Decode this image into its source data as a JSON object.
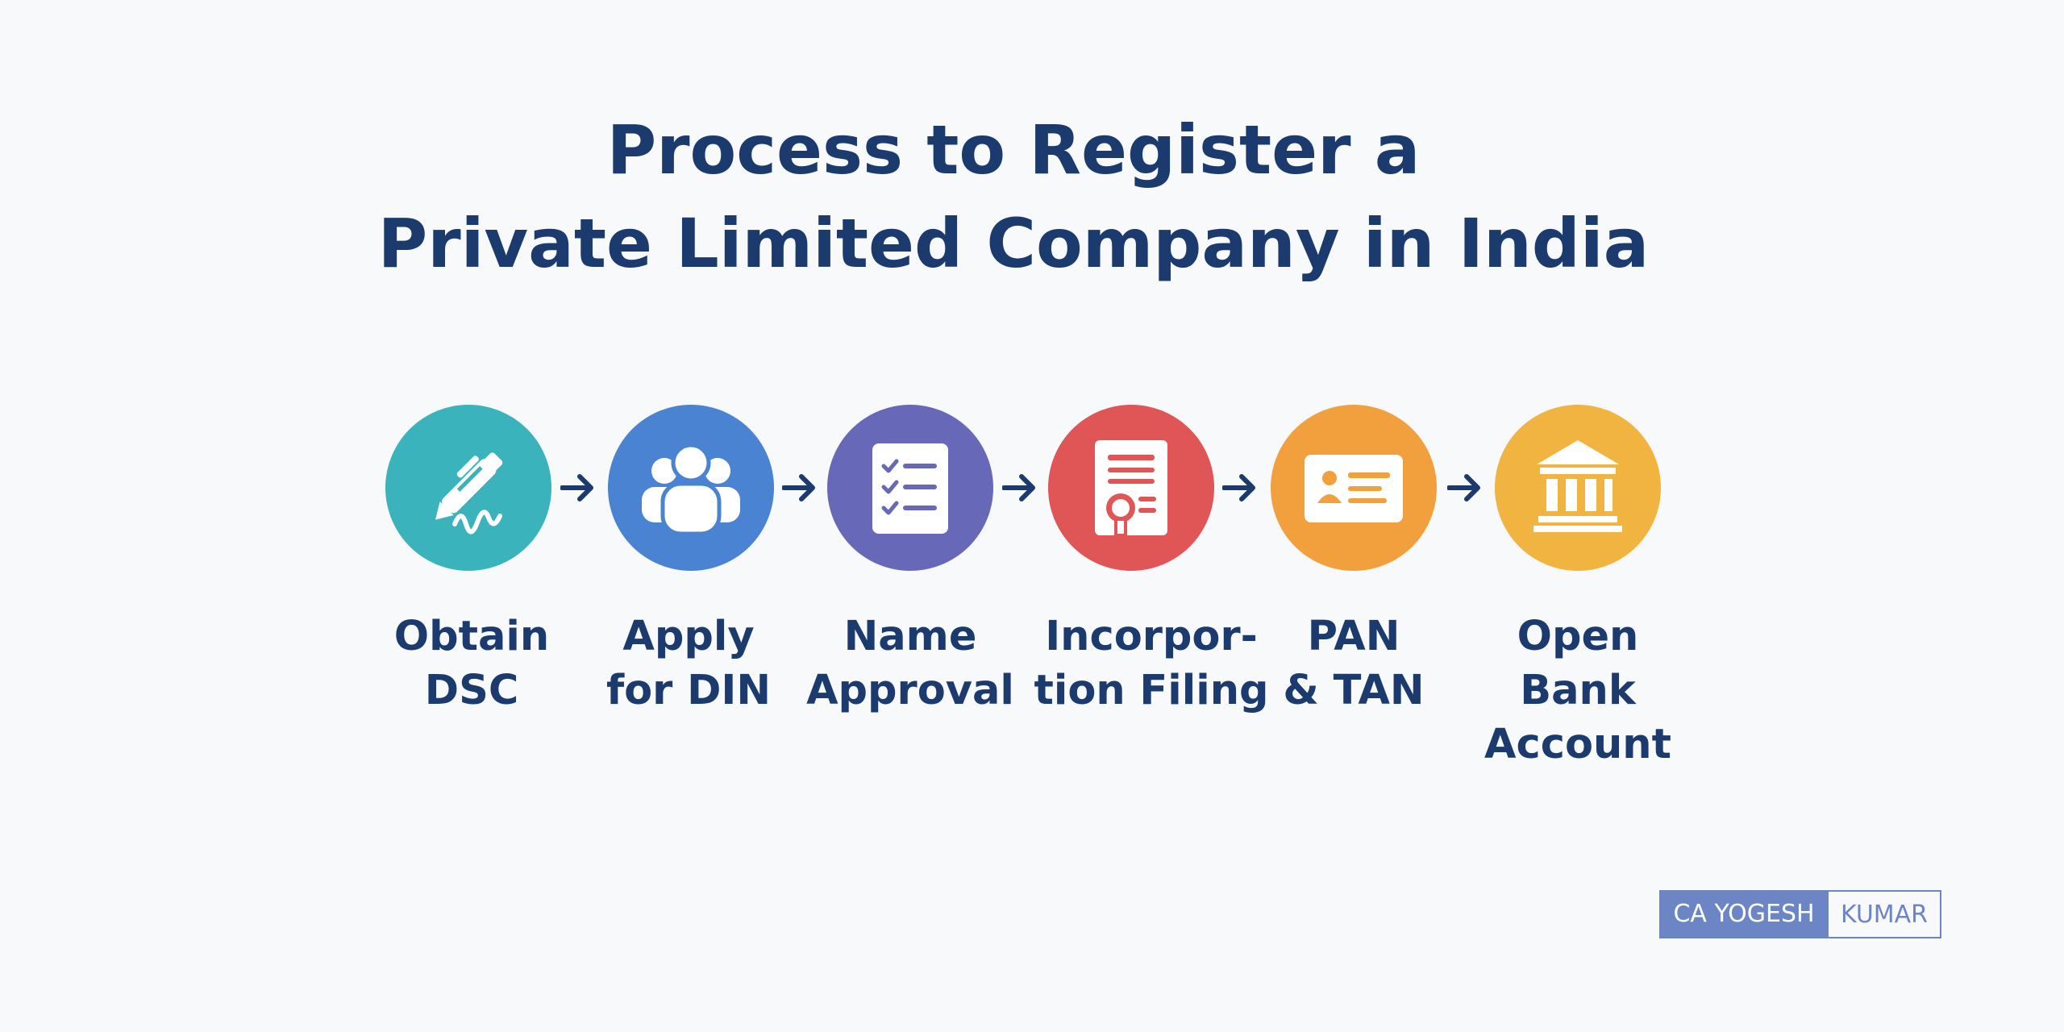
{
  "title": {
    "line1": "Process to Register a",
    "line2": "Private Limited Company in India"
  },
  "steps": [
    {
      "icon": "pen-signature-icon",
      "color": "#3ab3bd",
      "label": [
        "Obtain",
        "DSC"
      ]
    },
    {
      "icon": "people-group-icon",
      "color": "#4a83d1",
      "label": [
        "Apply",
        "for DIN"
      ]
    },
    {
      "icon": "checklist-icon",
      "color": "#6768b8",
      "label": [
        "Name",
        "Approval"
      ]
    },
    {
      "icon": "certificate-icon",
      "color": "#e05555",
      "label": [
        "Incorpor-",
        "tion Filing"
      ]
    },
    {
      "icon": "id-card-icon",
      "color": "#f2a03e",
      "label": [
        "PAN",
        "& TAN"
      ]
    },
    {
      "icon": "bank-building-icon",
      "color": "#f2b440",
      "label": [
        "Open",
        "Bank",
        "Account"
      ]
    }
  ],
  "arrow_icon": "arrow-right-icon",
  "colors": {
    "title": "#1b3a6e",
    "arrow": "#1b3a6e",
    "brand": "#6b85c5"
  },
  "brand": {
    "left": "CA YOGESH",
    "right": "KUMAR"
  }
}
